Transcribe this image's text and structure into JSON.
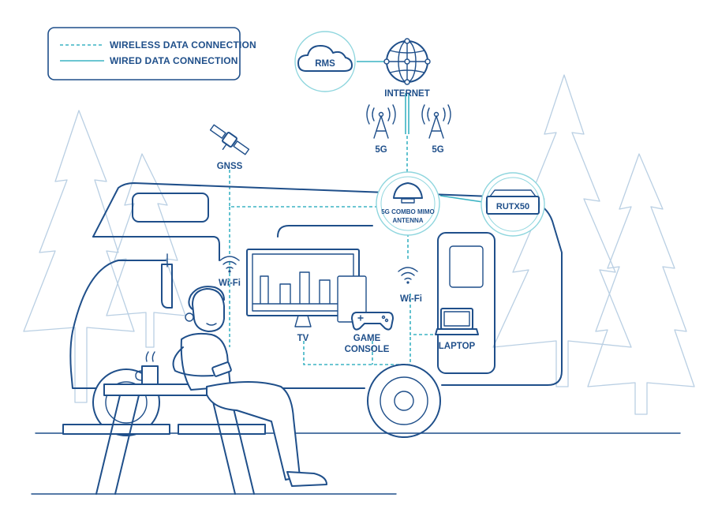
{
  "legend": {
    "wireless_label": "WIRELESS DATA CONNECTION",
    "wired_label": "WIRED DATA CONNECTION"
  },
  "nodes": {
    "rms": "RMS",
    "internet": "INTERNET",
    "tower_left": "5G",
    "tower_right": "5G",
    "gnss": "GNSS",
    "antenna_line1": "5G COMBO MIMO",
    "antenna_line2": "ANTENNA",
    "router": "RUTX50",
    "wifi_left": "Wi-Fi",
    "wifi_right": "Wi-Fi",
    "tv": "TV",
    "console_line1": "GAME",
    "console_line2": "CONSOLE",
    "laptop": "LAPTOP"
  },
  "icons": {
    "cloud": "cloud-icon",
    "globe": "globe-icon",
    "tower": "cell-tower-icon",
    "satellite": "satellite-icon",
    "antenna": "antenna-icon",
    "router": "router-icon",
    "wifi": "wifi-icon",
    "tv": "tv-icon",
    "gamepad": "gamepad-icon",
    "laptop": "laptop-icon"
  },
  "colors": {
    "ink": "#1f4f8a",
    "connection": "#3bb3c3",
    "halo": "#8fd6de",
    "trees": "#b9cfe3"
  }
}
